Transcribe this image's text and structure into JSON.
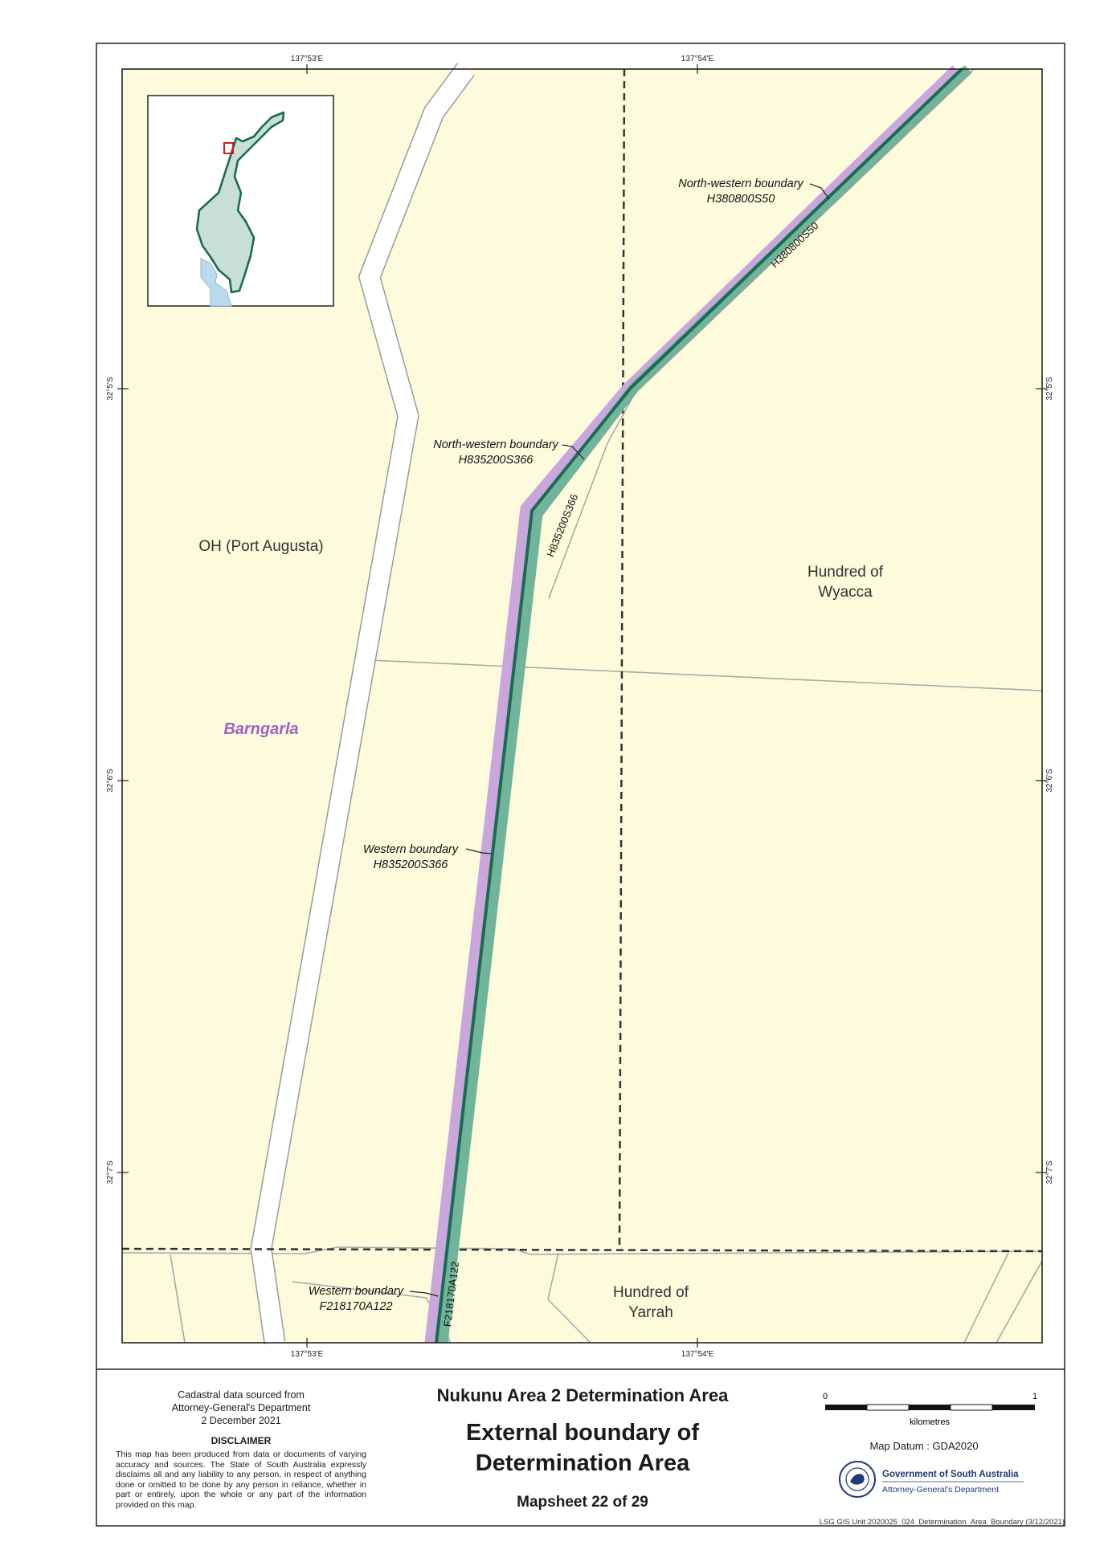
{
  "map": {
    "graticule": {
      "top_labels": [
        "137°53'E",
        "137°54'E"
      ],
      "bottom_labels": [
        "137°53'E",
        "137°54'E"
      ],
      "left_labels": [
        "32°5'S",
        "32°6'S",
        "32°7'S"
      ],
      "right_labels": [
        "32°5'S",
        "32°6'S",
        "32°7'S"
      ]
    },
    "region_labels": {
      "oh": "OH (Port Augusta)",
      "barngarla": "Barngarla",
      "wyacca_line1": "Hundred of",
      "wyacca_line2": "Wyacca",
      "yarrah_line1": "Hundred of",
      "yarrah_line2": "Yarrah"
    },
    "boundary_labels": {
      "nw1_line1": "North-western boundary",
      "nw1_line2": "H380800S50",
      "nw2_line1": "North-western boundary",
      "nw2_line2": "H835200S366",
      "w1_line1": "Western boundary",
      "w1_line2": "H835200S366",
      "w2_line1": "Western boundary",
      "w2_line2": "F218170A122"
    },
    "parcel_labels": {
      "p1": "H380800S50",
      "p2": "H835200S366",
      "p3": "F218170A122"
    },
    "colors": {
      "land": "#fdfbdc",
      "boundary_green": "#1a6b4f",
      "buffer_green": "#6fb49b",
      "barngarla_purple": "#c9a6db",
      "barngarla_text": "#a060c8",
      "water": "#bcd9ee",
      "inset_fill": "#c7dfd5",
      "inset_marker": "#e0141b"
    }
  },
  "footer": {
    "source_line1": "Cadastral data sourced from",
    "source_line2": "Attorney-General's Department",
    "source_line3": "2 December 2021",
    "disclaimer_title": "DISCLAIMER",
    "disclaimer_text": "This map has been produced from data or documents of varying accuracy and sources. The State of South Australia expressly disclaims all and any liability to any person, in respect of anything done or omitted to be done by any person in reliance, whether in part or entirely, upon the whole or any part of the information provided on this map.",
    "area_title": "Nukunu Area 2 Determination Area",
    "map_title_line1": "External boundary of",
    "map_title_line2": "Determination Area",
    "mapsheet": "Mapsheet 22 of 29",
    "scale_start": "0",
    "scale_end": "1",
    "scale_unit": "kilometres",
    "map_datum": "Map Datum : GDA2020",
    "gov_line1": "Government of South Australia",
    "gov_line2": "Attorney-General's Department",
    "credit": "LSG GIS Unit  2020025_024_Determination_Area_Boundary  (3/12/2021)"
  }
}
